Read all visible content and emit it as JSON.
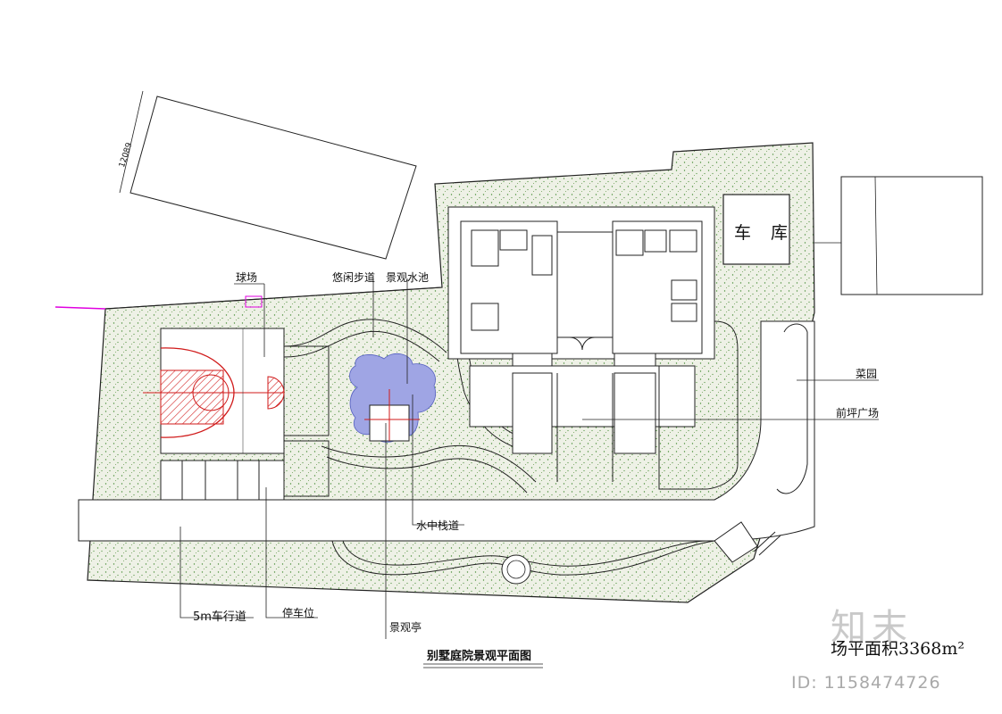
{
  "labels": {
    "court": "球场",
    "path": "悠闲步道",
    "pond": "景观水池",
    "vegetable": "菜园",
    "front_plaza": "前坪广场",
    "boardwalk": "水中栈道",
    "road": "5m车行道",
    "parking": "停车位",
    "pavilion": "景观亭",
    "garage": "车 库"
  },
  "dimension": "12089",
  "title": "别墅庭院景观平面图",
  "site_area": "场平面积3368m²",
  "watermark": {
    "logo": "知末",
    "id": "ID: 1158474726"
  },
  "colors": {
    "line": "#222222",
    "grass": "#e9ede0",
    "stipple": "#4a8f3a",
    "pond": "#9fa5e4",
    "court_red": "#d01a1a",
    "magenta": "#e000e0"
  }
}
